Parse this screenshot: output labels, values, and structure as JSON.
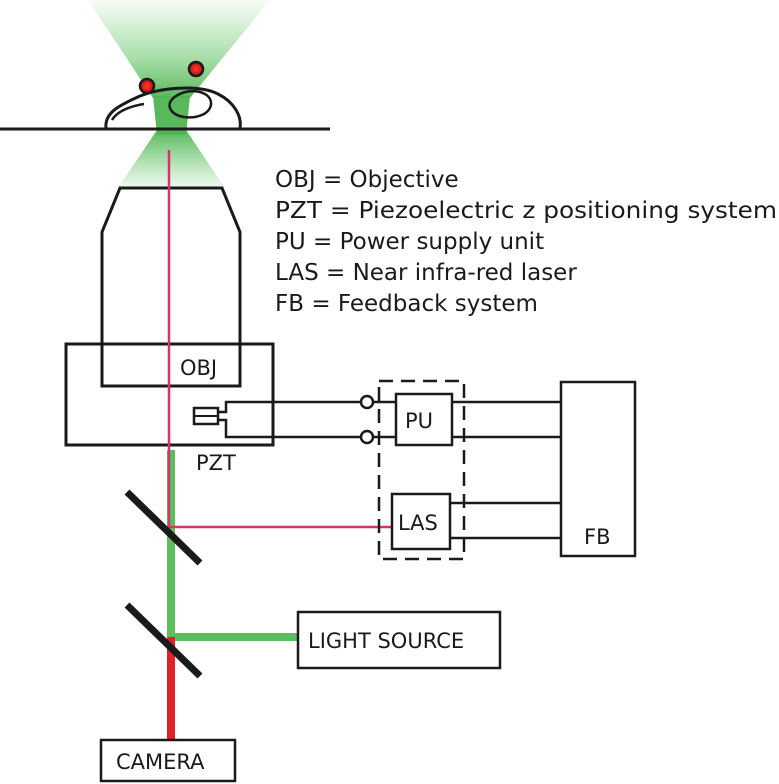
{
  "legend": [
    "OBJ = Objective",
    "PZT = Piezoelectric z positioning system",
    "PU = Power supply unit",
    "LAS = Near infra-red laser",
    "FB = Feedback system"
  ],
  "labels": {
    "obj": "OBJ",
    "pzt": "PZT",
    "pu": "PU",
    "las": "LAS",
    "fb": "FB",
    "light_source": "LIGHT SOURCE",
    "camera": "CAMERA"
  },
  "colors": {
    "green_beam": "#5cbf5f",
    "red_beam": "#e0202a",
    "laser_line": "#d6336c",
    "outline": "#1a1a1a"
  }
}
